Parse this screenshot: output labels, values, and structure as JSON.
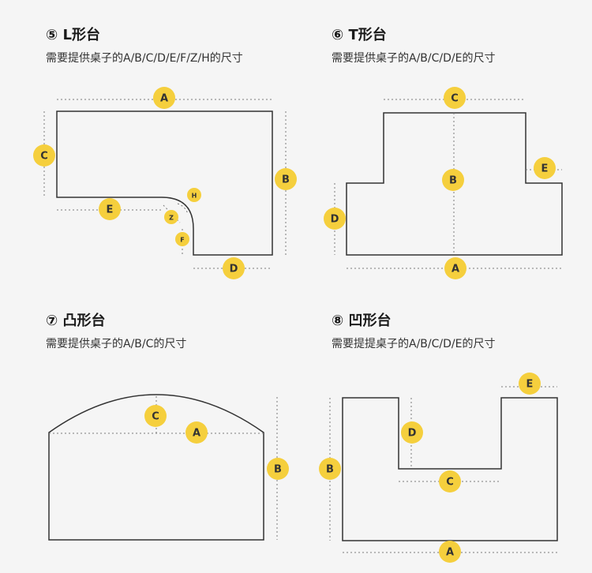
{
  "panels": [
    {
      "title": "⑤ L形台",
      "subtitle": "需要提供桌子的A/B/C/D/E/F/Z/H的尺寸"
    },
    {
      "title": "⑥ T形台",
      "subtitle": "需要提供桌子的A/B/C/D/E的尺寸"
    },
    {
      "title": "⑦ 凸形台",
      "subtitle": "需要提供桌子的A/B/C的尺寸"
    },
    {
      "title": "⑧ 凹形台",
      "subtitle": "需要提提桌子的A/B/C/D/E的尺寸"
    }
  ],
  "labels": {
    "l_a": "A",
    "l_b": "B",
    "l_c": "C",
    "l_d": "D",
    "l_e": "E",
    "l_f": "F",
    "l_z": "Z",
    "l_h": "H",
    "t_a": "A",
    "t_b": "B",
    "t_c": "C",
    "t_d": "D",
    "t_e": "E",
    "tu_a": "A",
    "tu_b": "B",
    "tu_c": "C",
    "ao_a": "A",
    "ao_b": "B",
    "ao_c": "C",
    "ao_d": "D",
    "ao_e": "E"
  },
  "colors": {
    "badge": "#f5cf3d",
    "outline": "#333333",
    "dimension": "#7a7a7a",
    "background": "#f5f5f5"
  }
}
